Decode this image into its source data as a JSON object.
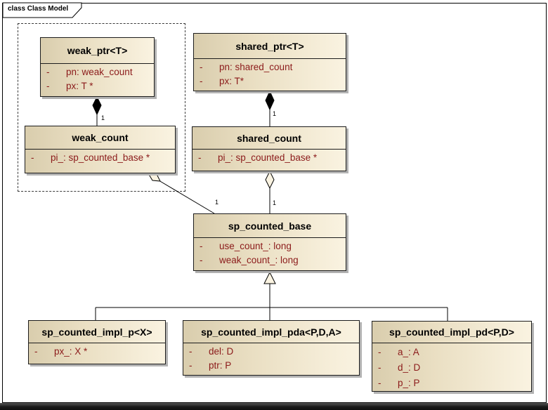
{
  "frame": {
    "label": "class Class Model"
  },
  "classes": [
    {
      "name": "weak_ptr<T>",
      "attributes": [
        {
          "vis": "-",
          "text": "pn: weak_count"
        },
        {
          "vis": "-",
          "text": "px: T *"
        }
      ]
    },
    {
      "name": "shared_ptr<T>",
      "attributes": [
        {
          "vis": "-",
          "text": "pn: shared_count"
        },
        {
          "vis": "-",
          "text": "px: T*"
        }
      ]
    },
    {
      "name": "weak_count",
      "attributes": [
        {
          "vis": "-",
          "text": "pi_: sp_counted_base *"
        }
      ]
    },
    {
      "name": "shared_count",
      "attributes": [
        {
          "vis": "-",
          "text": "pi_: sp_counted_base *"
        }
      ]
    },
    {
      "name": "sp_counted_base",
      "attributes": [
        {
          "vis": "-",
          "text": "use_count_: long"
        },
        {
          "vis": "-",
          "text": "weak_count_: long"
        }
      ]
    },
    {
      "name": "sp_counted_impl_p<X>",
      "attributes": [
        {
          "vis": "-",
          "text": "px_: X *"
        }
      ]
    },
    {
      "name": "sp_counted_impl_pda<P,D,A>",
      "attributes": [
        {
          "vis": "-",
          "text": "del: D"
        },
        {
          "vis": "-",
          "text": "ptr: P"
        }
      ]
    },
    {
      "name": "sp_counted_impl_pd<P,D>",
      "attributes": [
        {
          "vis": "-",
          "text": "a_: A"
        },
        {
          "vis": "-",
          "text": "d_: D"
        },
        {
          "vis": "-",
          "text": "p_: P"
        }
      ]
    }
  ],
  "multiplicities": {
    "weak_ptr_to_weak_count": "1",
    "shared_ptr_to_shared_count": "1",
    "weak_count_to_sp_counted_base": "1",
    "shared_count_to_sp_counted_base": "1"
  },
  "colors": {
    "box_fill_left": "#d9cdad",
    "box_fill_right": "#faf3e1",
    "attribute_text": "#8b1a1a",
    "header_text": "#000000",
    "line": "#000000",
    "shadow": "#b2b2b2"
  }
}
